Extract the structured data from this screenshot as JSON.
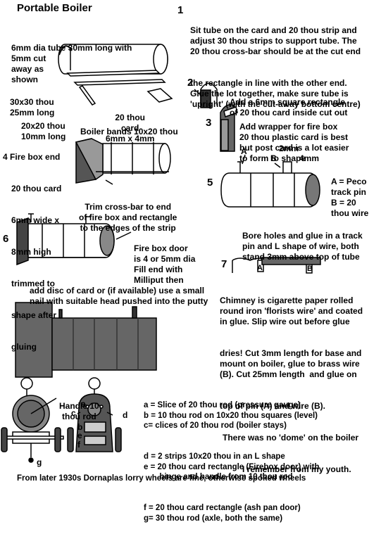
{
  "title": "Portable Boiler",
  "step1": {
    "num": "1",
    "lines": [
      "Sit tube on the card and 20 thou strip and",
      "adjust 30 thou strips to support tube. The",
      "20 thou cross-bar should be at the cut end",
      "the rectangle in line with the other end.",
      "Glue the lot together, make sure tube is",
      "'upright' (with the cut-away bottom centre)"
    ]
  },
  "parts": {
    "tube": [
      "6mm dia tube 30mm long with",
      "5mm cut",
      "away as",
      "shown"
    ],
    "strip30": [
      "30x30 thou",
      "25mm long"
    ],
    "strip20": [
      "20x20 thou",
      "10mm long"
    ],
    "card": [
      "20 thou",
      "card",
      "6mm x 4mm"
    ]
  },
  "step2": {
    "num": "2",
    "lines": [
      "Add a 6mm square rectangle",
      "of 20 thou card inside cut out"
    ]
  },
  "step3": {
    "num": "3",
    "lines": [
      "Add wrapper for fire box",
      "20 thou plastic card is best",
      "but post card is a lot easier",
      "to form to shape"
    ]
  },
  "step4": {
    "num": "4",
    "side": [
      "Fire box end",
      "20 thou card",
      "6mm wide x",
      "8mm high",
      "trimmed to",
      "shape after",
      "gluing"
    ],
    "bands": "Boiler bands 10x20 thou",
    "trim": [
      "Trim cross-bar to end",
      "of fire box and rectangle",
      "to the edges of the strip"
    ]
  },
  "step5": {
    "num": "5",
    "label_a": "A",
    "label_b": "B",
    "dim_2mm": "2mm",
    "dim_4mm": "4mm",
    "legend": [
      "A = Peco",
      "track pin",
      "B = 20",
      "thou wire"
    ],
    "bore": [
      "Bore holes and glue in a track",
      "pin and L shape of wire, both",
      "stand 3mm above top of tube"
    ]
  },
  "step6": {
    "num": "6",
    "door": [
      "Fire box door",
      "is 4 or 5mm dia",
      "Fill end with",
      "Milliput then"
    ],
    "disc": [
      "add disc of card or (if available) use a small",
      "nail with suitable head pushed into the putty"
    ]
  },
  "step7": {
    "num": "7",
    "label_a": "A",
    "label_b": "B",
    "chimney": [
      "Chimney is cigarette paper rolled",
      "round iron 'florists wire' and coated",
      "in glue. Slip wire out before glue",
      "dries! Cut 3mm length for base and",
      "mount on boiler, glue to brass wire",
      "(B). Cut 25mm length  and glue on",
      "top of pin (A) and wire (B).",
      "There was no 'dome' on the boiler",
      "I remember from my youth."
    ]
  },
  "bottom": {
    "handle": [
      "Handle 10",
      "thou rod"
    ],
    "labels": {
      "a": "a",
      "b": "b",
      "c": "c",
      "d": "d",
      "e": "e",
      "f": "f",
      "g": "g"
    },
    "legend": [
      "a = Slice of 20 thou rod (pressure gauge)",
      "b = 10 thou rod on 10x20 thou squares (level)",
      "c= clices of 20 thou rod (boiler stays)",
      "d = 2 strips 10x20 thou in an L shape",
      "e = 20 thou card rectangle (Firebox door) with",
      "       hinge and handle from 10 thou rod",
      "f = 20 thou card rectangle (ash pan door)",
      "g= 30 thou rod (axle, both the same)"
    ],
    "footer": "From later 1930s Dornaplas lorry wheels are fine, otherwise spoked wheels"
  }
}
